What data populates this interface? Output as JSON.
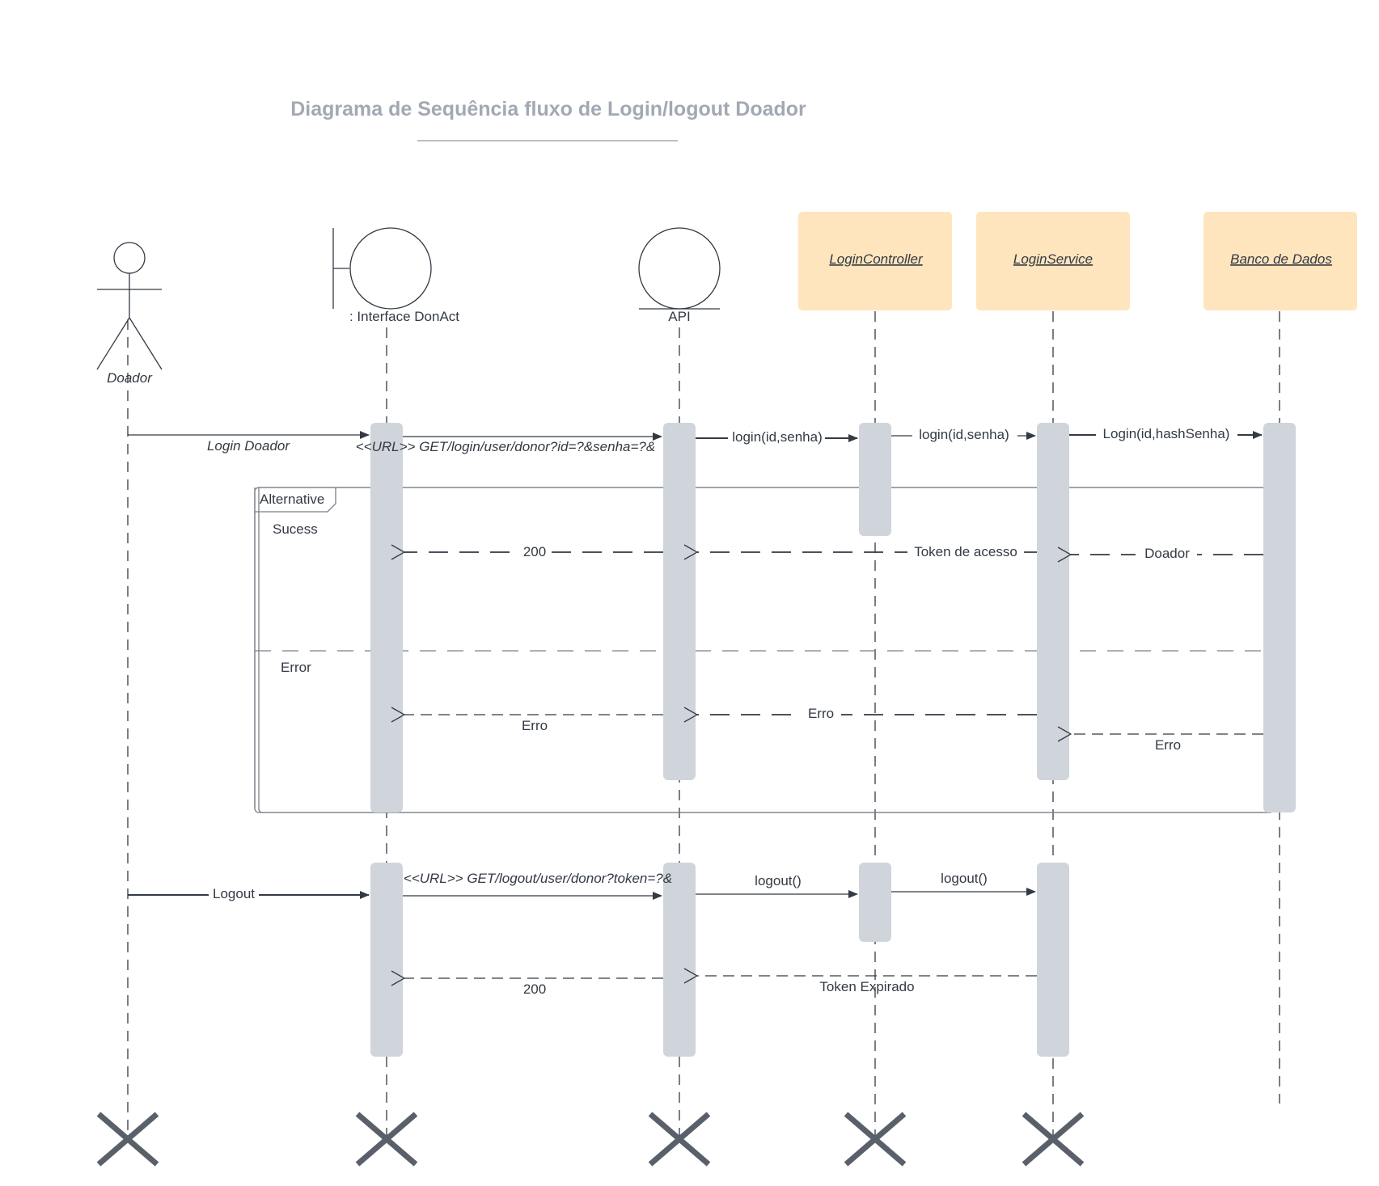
{
  "title": "Diagrama de Sequência fluxo de Login/logout Doador",
  "participants": {
    "doador": "Doador",
    "interface": ": Interface DonAct",
    "api": "API",
    "login_controller": "LoginController",
    "login_service": "LoginService",
    "banco": "Banco de Dados"
  },
  "messages": {
    "login_doador": "Login Doador",
    "login_url": "<<URL>> GET/login/user/donor?id=?&senha=?&",
    "login_api_ctrl": "login(id,senha)",
    "login_ctrl_svc": "login(id,senha)",
    "login_svc_db": "Login(id,hashSenha)",
    "resp_200": "200",
    "token_acesso": "Token de acesso",
    "doador_ret": "Doador",
    "erro_ui": "Erro",
    "erro_api": "Erro",
    "erro_db": "Erro",
    "logout": "Logout",
    "logout_url": "<<URL>> GET/logout/user/donor?token=?&",
    "logout_api_ctrl": "logout()",
    "logout_ctrl_svc": "logout()",
    "logout_200": "200",
    "token_expirado": "Token  Expirado"
  },
  "fragment": {
    "label": "Alternative",
    "guard_success": "Sucess",
    "guard_error": "Error"
  },
  "colors": {
    "title": "#a3a9b3",
    "line": "#333a44",
    "activation": "#d0d4db",
    "class_box": "#ffe5bd",
    "destroy": "#5a606a"
  }
}
